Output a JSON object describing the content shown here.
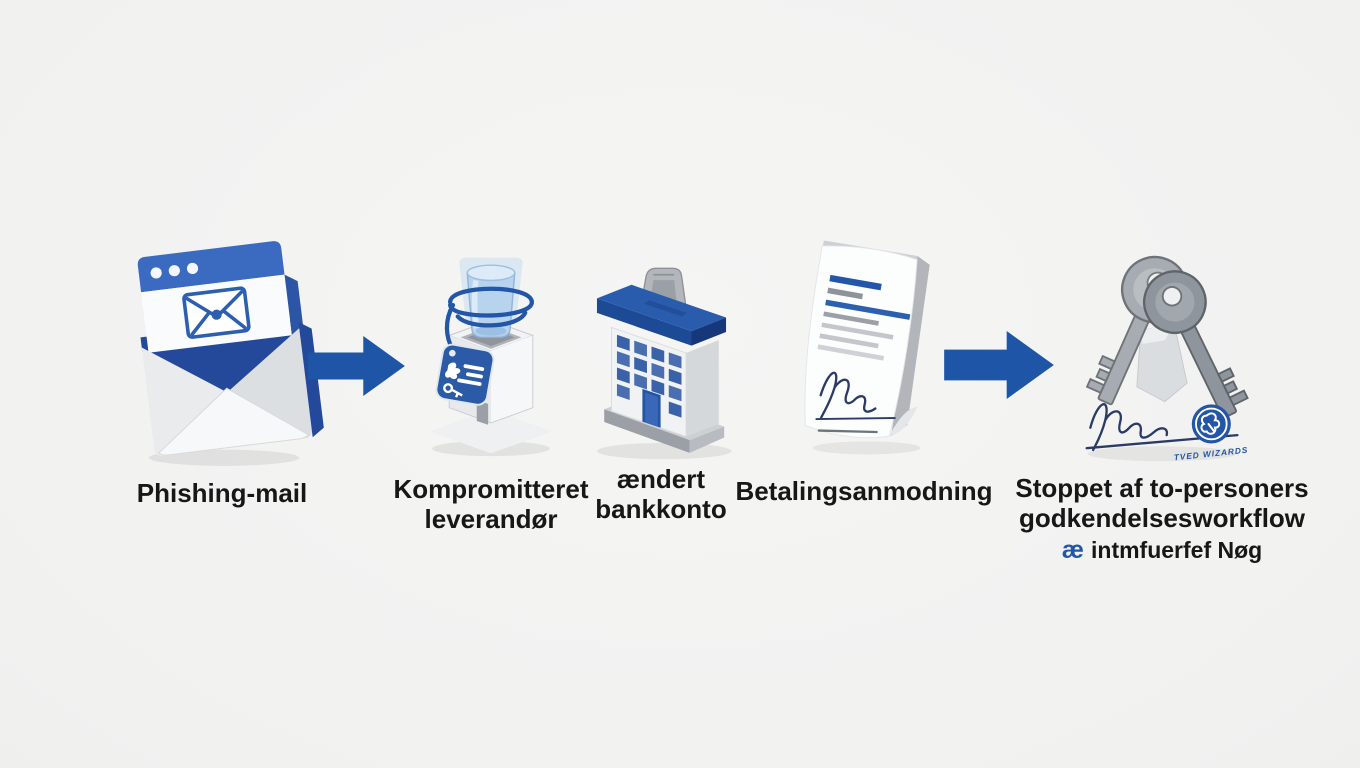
{
  "page": {
    "background_color": "#f1f1f0",
    "text_color": "#171717",
    "accent_blue": "#1e55a6"
  },
  "diagram": {
    "arrow_color": "#1e55a6",
    "steps": [
      {
        "id": "phishing-mail",
        "icon": "email-in-browser-icon",
        "label": "Phishing-mail"
      },
      {
        "id": "kompromitteret-leverandoer",
        "icon": "water-cooler-vendor-icon",
        "label_lines": [
          "Kompromitteret",
          "leverandør"
        ]
      },
      {
        "id": "aendret-bankkonto",
        "icon": "bank-building-icon",
        "label_lines": [
          "ændert",
          "bankkonto"
        ]
      },
      {
        "id": "betalingsanmodning",
        "icon": "signed-document-icon",
        "label": "Betalingsanmodning"
      },
      {
        "id": "stoppet-af-to-personers-workflow",
        "icon": "two-keys-icon",
        "label_lines": [
          "Stoppet af to-personers",
          "godkendelsesworkflow"
        ],
        "subline_prefix": "æ",
        "subline_text": "intmfuerfef Nøg",
        "seal_text": "TVED WIZARDS"
      }
    ]
  }
}
